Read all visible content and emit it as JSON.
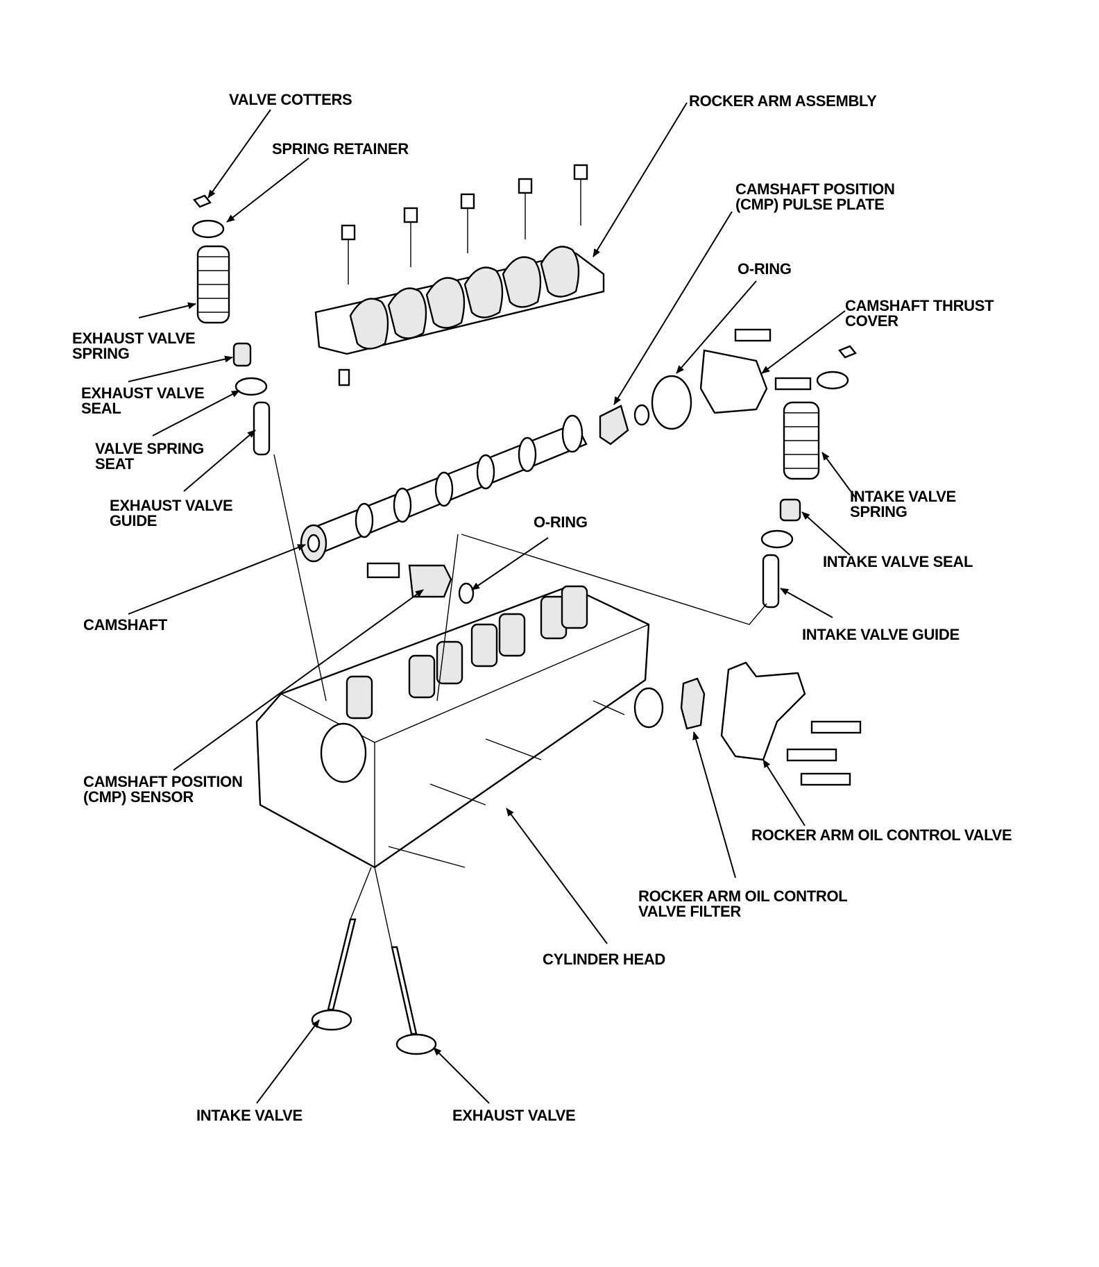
{
  "labels": {
    "valve_cotters": "VALVE COTTERS",
    "spring_retainer": "SPRING RETAINER",
    "rocker_arm_assembly": "ROCKER ARM ASSEMBLY",
    "cmp_pulse_plate": [
      "CAMSHAFT POSITION",
      "(CMP) PULSE PLATE"
    ],
    "o_ring_top": "O-RING",
    "camshaft_thrust_cover": [
      "CAMSHAFT THRUST",
      "COVER"
    ],
    "exhaust_valve_spring": [
      "EXHAUST VALVE",
      "SPRING"
    ],
    "exhaust_valve_seal": [
      "EXHAUST VALVE",
      "SEAL"
    ],
    "valve_spring_seat": [
      "VALVE SPRING",
      "SEAT"
    ],
    "exhaust_valve_guide": [
      "EXHAUST VALVE",
      "GUIDE"
    ],
    "intake_valve_spring": [
      "INTAKE VALVE",
      "SPRING"
    ],
    "o_ring_mid": "O-RING",
    "intake_valve_seal": "INTAKE VALVE SEAL",
    "camshaft": "CAMSHAFT",
    "intake_valve_guide": "INTAKE VALVE GUIDE",
    "cmp_sensor": [
      "CAMSHAFT POSITION",
      "(CMP) SENSOR"
    ],
    "rocker_arm_oil_control_valve": "ROCKER ARM OIL CONTROL VALVE",
    "rocker_arm_oil_control_valve_filter": [
      "ROCKER ARM OIL CONTROL",
      "VALVE FILTER"
    ],
    "cylinder_head": "CYLINDER HEAD",
    "intake_valve": "INTAKE VALVE",
    "exhaust_valve": "EXHAUST VALVE"
  }
}
